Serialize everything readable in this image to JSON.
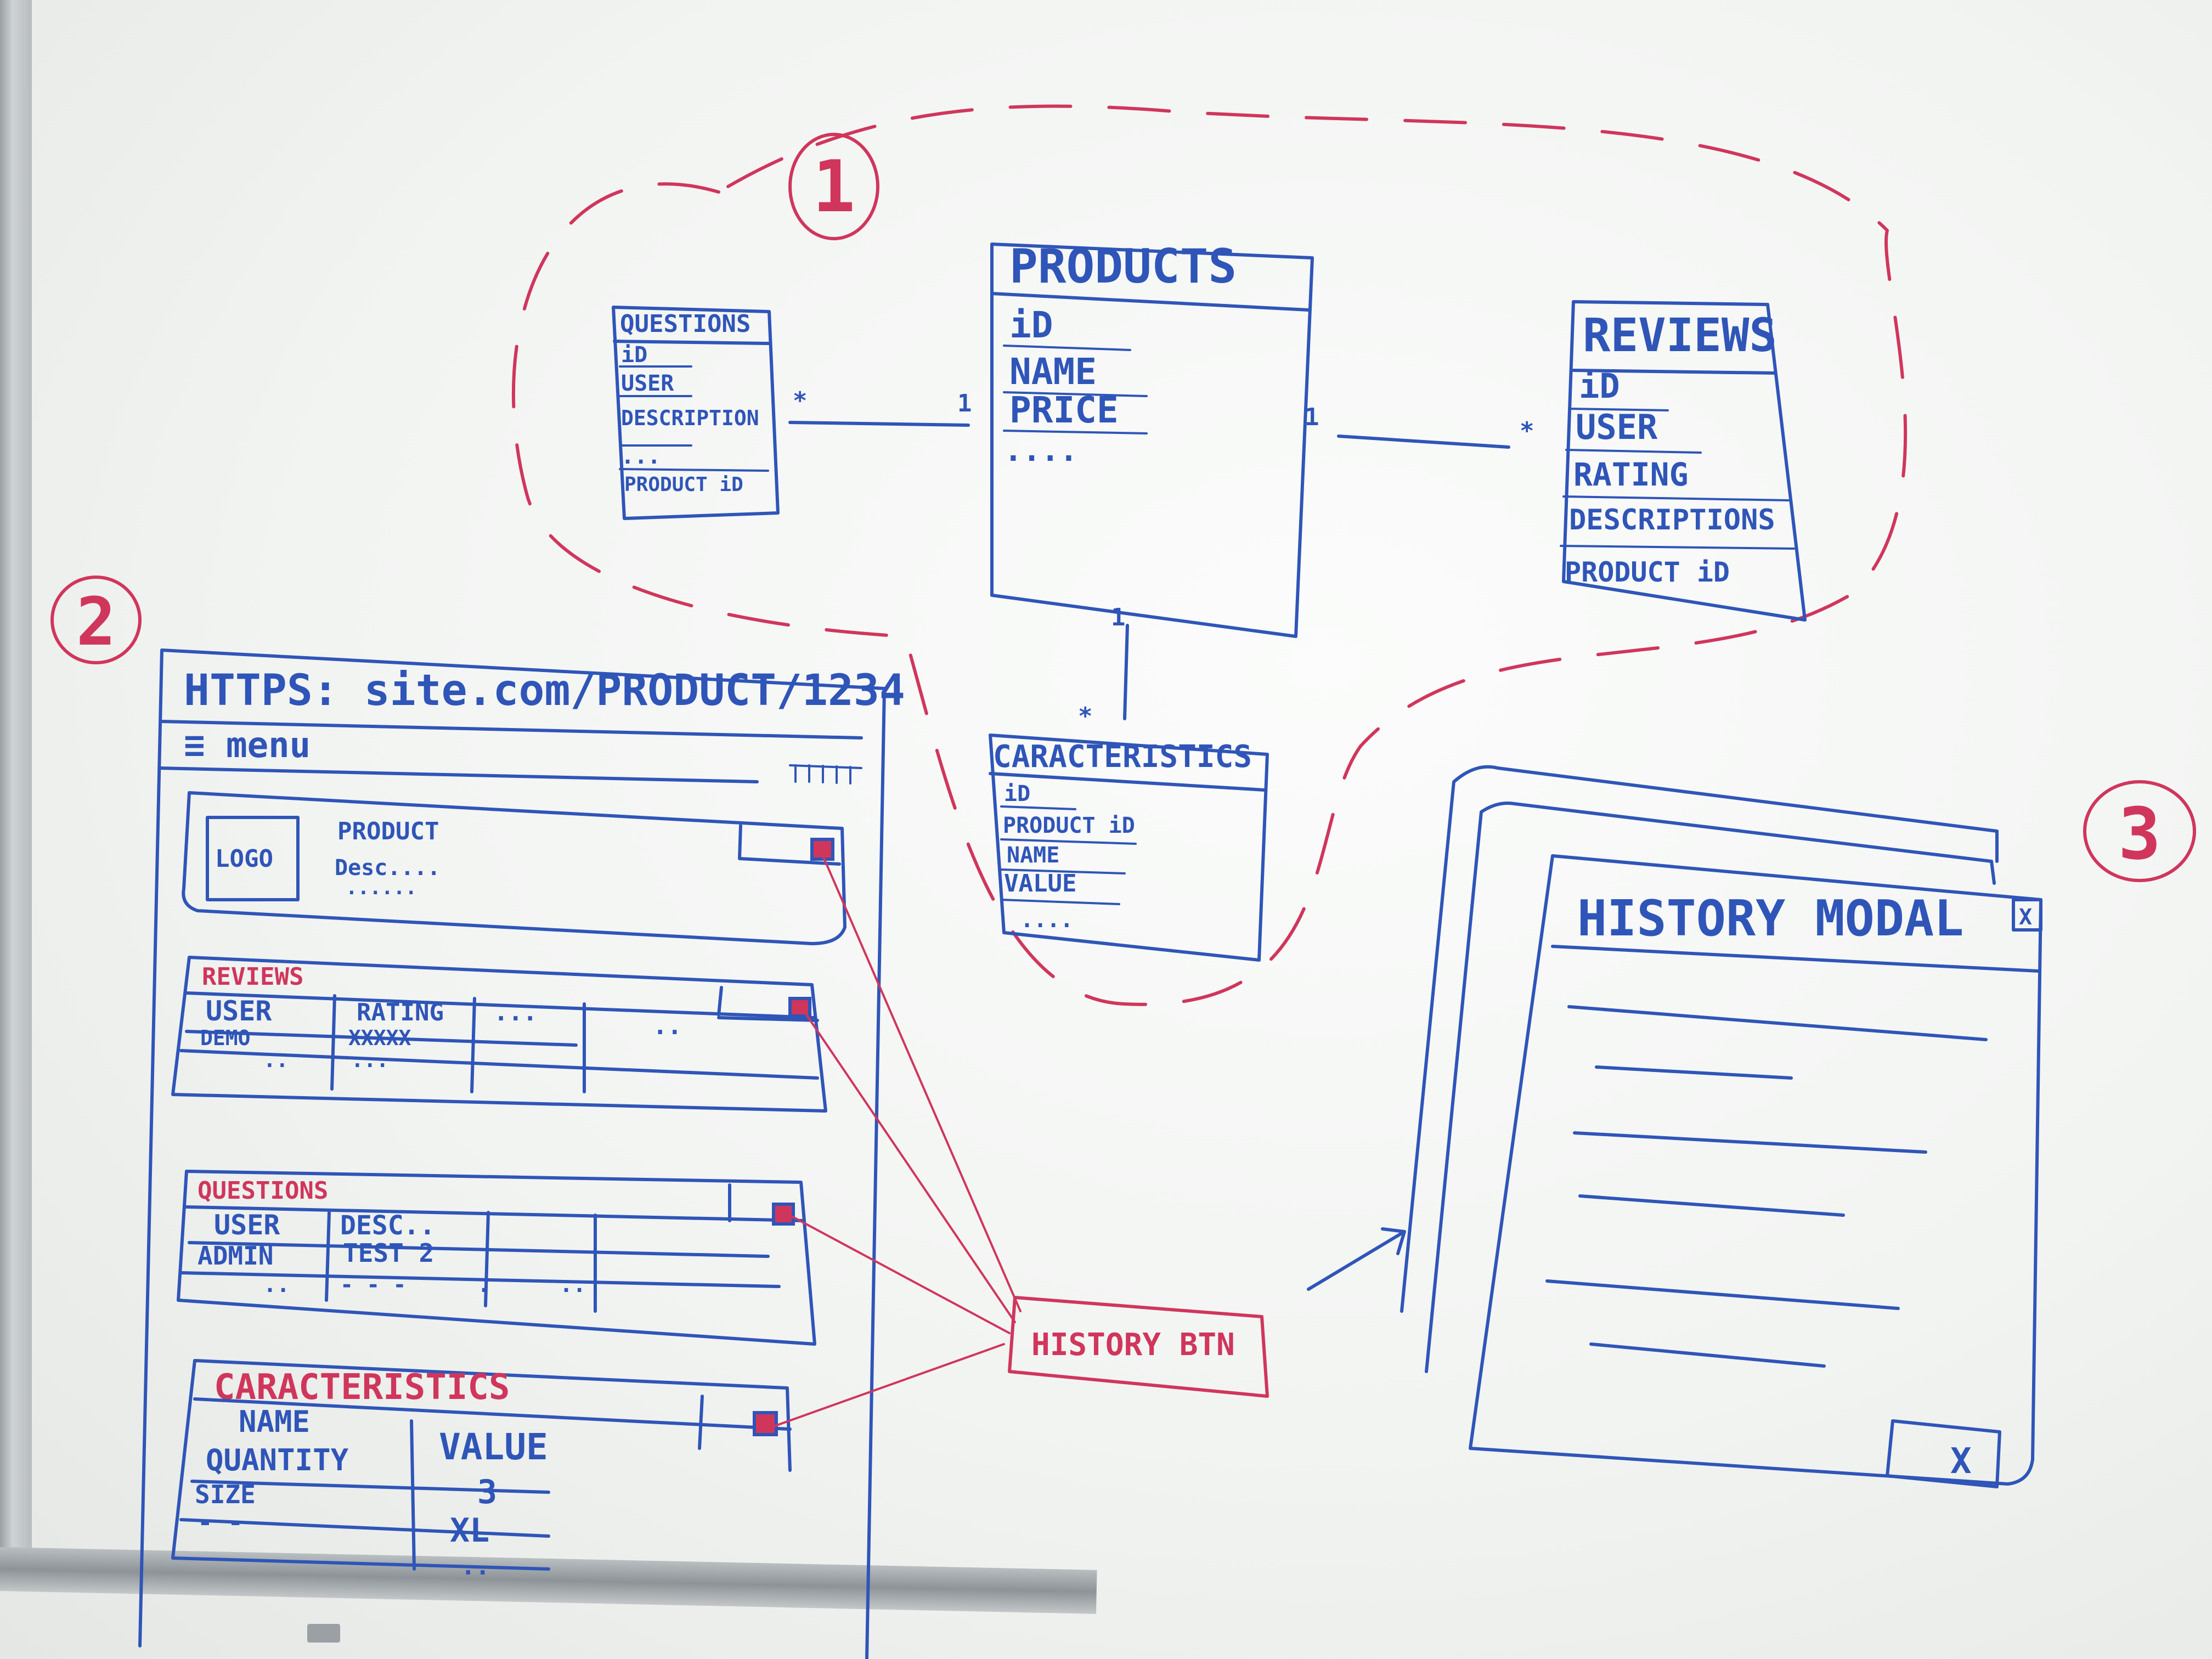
{
  "sections": {
    "s1": "1",
    "s2": "2",
    "s3": "3"
  },
  "entities": {
    "products": {
      "title": "PRODUCTS",
      "fields": [
        "iD",
        "NAME",
        "PRICE",
        "...."
      ]
    },
    "questions": {
      "title": "QUESTIONS",
      "fields": [
        "iD",
        "USER",
        "DESCRIPTION",
        "...",
        "PRODUCT iD"
      ]
    },
    "reviews": {
      "title": "REVIEWS",
      "fields": [
        "iD",
        "USER",
        "RATING",
        "DESCRIPTIONS",
        "PRODUCT iD"
      ]
    },
    "caracteristics": {
      "title": "CARACTERISTICS",
      "fields": [
        "iD",
        "PRODUCT iD",
        "NAME",
        "VALUE",
        "...."
      ]
    }
  },
  "relations": {
    "questions_products": {
      "from": "*",
      "to": "1"
    },
    "products_reviews": {
      "from": "1",
      "to": "*"
    },
    "products_caracteristics": {
      "from": "1",
      "to": "*"
    }
  },
  "mockup": {
    "url": "HTTPS: site.com/PRODUCT/1234",
    "menu": "≡ menu",
    "header": {
      "logo": "LOGO",
      "product": "PRODUCT",
      "desc": "Desc....",
      "desc2": "......"
    },
    "reviews": {
      "title": "REVIEWS",
      "headers": [
        "USER",
        "RATING",
        "...",
        ".."
      ],
      "row1": [
        "DEMO",
        "XXXXX"
      ],
      "row2": [
        "..",
        "..."
      ]
    },
    "questions": {
      "title": "QUESTIONS",
      "headers": [
        "USER",
        "DESC.."
      ],
      "row1": [
        "ADMIN",
        "TEST 2"
      ],
      "row2": [
        "..",
        "- - -",
        ".",
        ".."
      ]
    },
    "caracteristics": {
      "title": "CARACTERISTICS",
      "headers": [
        "NAME",
        "VALUE"
      ],
      "rows": [
        [
          "QUANTITY",
          "3"
        ],
        [
          "SIZE",
          "XL"
        ],
        [
          "- -",
          ".."
        ]
      ]
    }
  },
  "history_button": "HISTORY BTN",
  "modal": {
    "title": "HISTORY MODAL",
    "close": "X",
    "footer_close": "X"
  }
}
